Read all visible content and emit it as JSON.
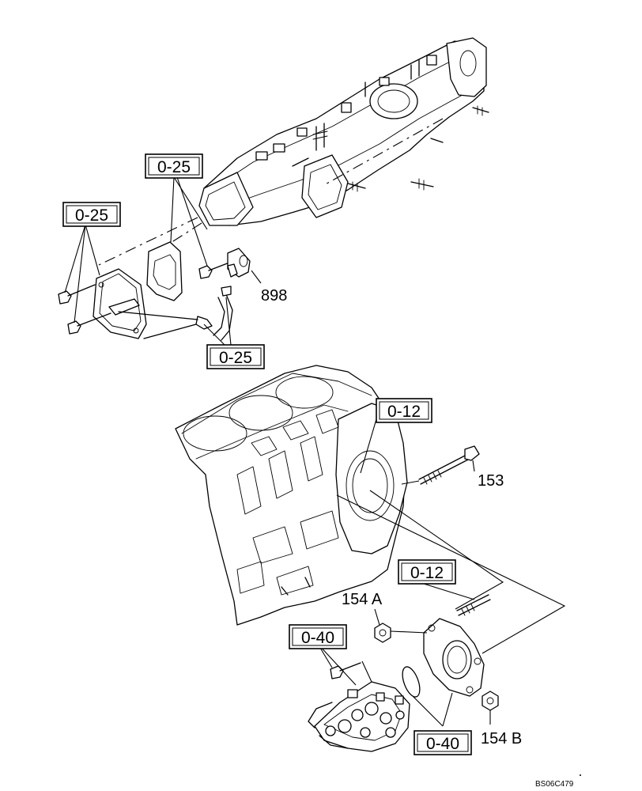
{
  "reference_boxes": [
    {
      "id": "ref-manifold-upper",
      "label": "0-25"
    },
    {
      "id": "ref-manifold-left",
      "label": "0-25"
    },
    {
      "id": "ref-hose",
      "label": "0-25"
    },
    {
      "id": "ref-block",
      "label": "0-12"
    },
    {
      "id": "ref-stud",
      "label": "0-12"
    },
    {
      "id": "ref-pump",
      "label": "0-40"
    },
    {
      "id": "ref-oring",
      "label": "0-40"
    }
  ],
  "part_numbers": [
    {
      "id": "pn-898",
      "label": "898"
    },
    {
      "id": "pn-153",
      "label": "153"
    },
    {
      "id": "pn-154a",
      "label": "154 A"
    },
    {
      "id": "pn-154b",
      "label": "154 B"
    }
  ],
  "drawing_code": "BS06C479"
}
